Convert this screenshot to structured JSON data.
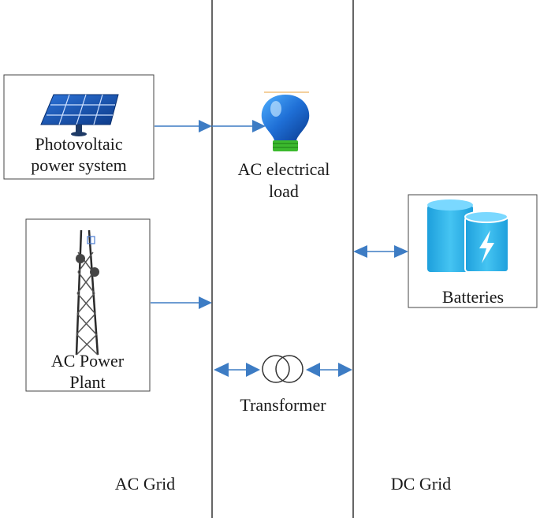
{
  "components": {
    "photovoltaic": {
      "label_line1": "Photovoltaic",
      "label_line2": "power system",
      "icon": "solar-panel-icon"
    },
    "ac_load": {
      "label_line1": "AC electrical",
      "label_line2": "load",
      "icon": "light-bulb-icon"
    },
    "ac_power_plant": {
      "label_line1": "AC Power",
      "label_line2": "Plant",
      "icon": "transmission-tower-icon"
    },
    "batteries": {
      "label": "Batteries",
      "icon": "battery-icon"
    },
    "transformer": {
      "label": "Transformer",
      "icon": "transformer-icon"
    }
  },
  "grids": {
    "ac_label": "AC Grid",
    "dc_label": "DC Grid"
  },
  "colors": {
    "arrow": "#3d7cc4",
    "line": "#333333",
    "bulb": "#1f6fd6",
    "bulb_base": "#3cba2e",
    "solar": "#1e56b0",
    "battery": "#29aee6"
  }
}
